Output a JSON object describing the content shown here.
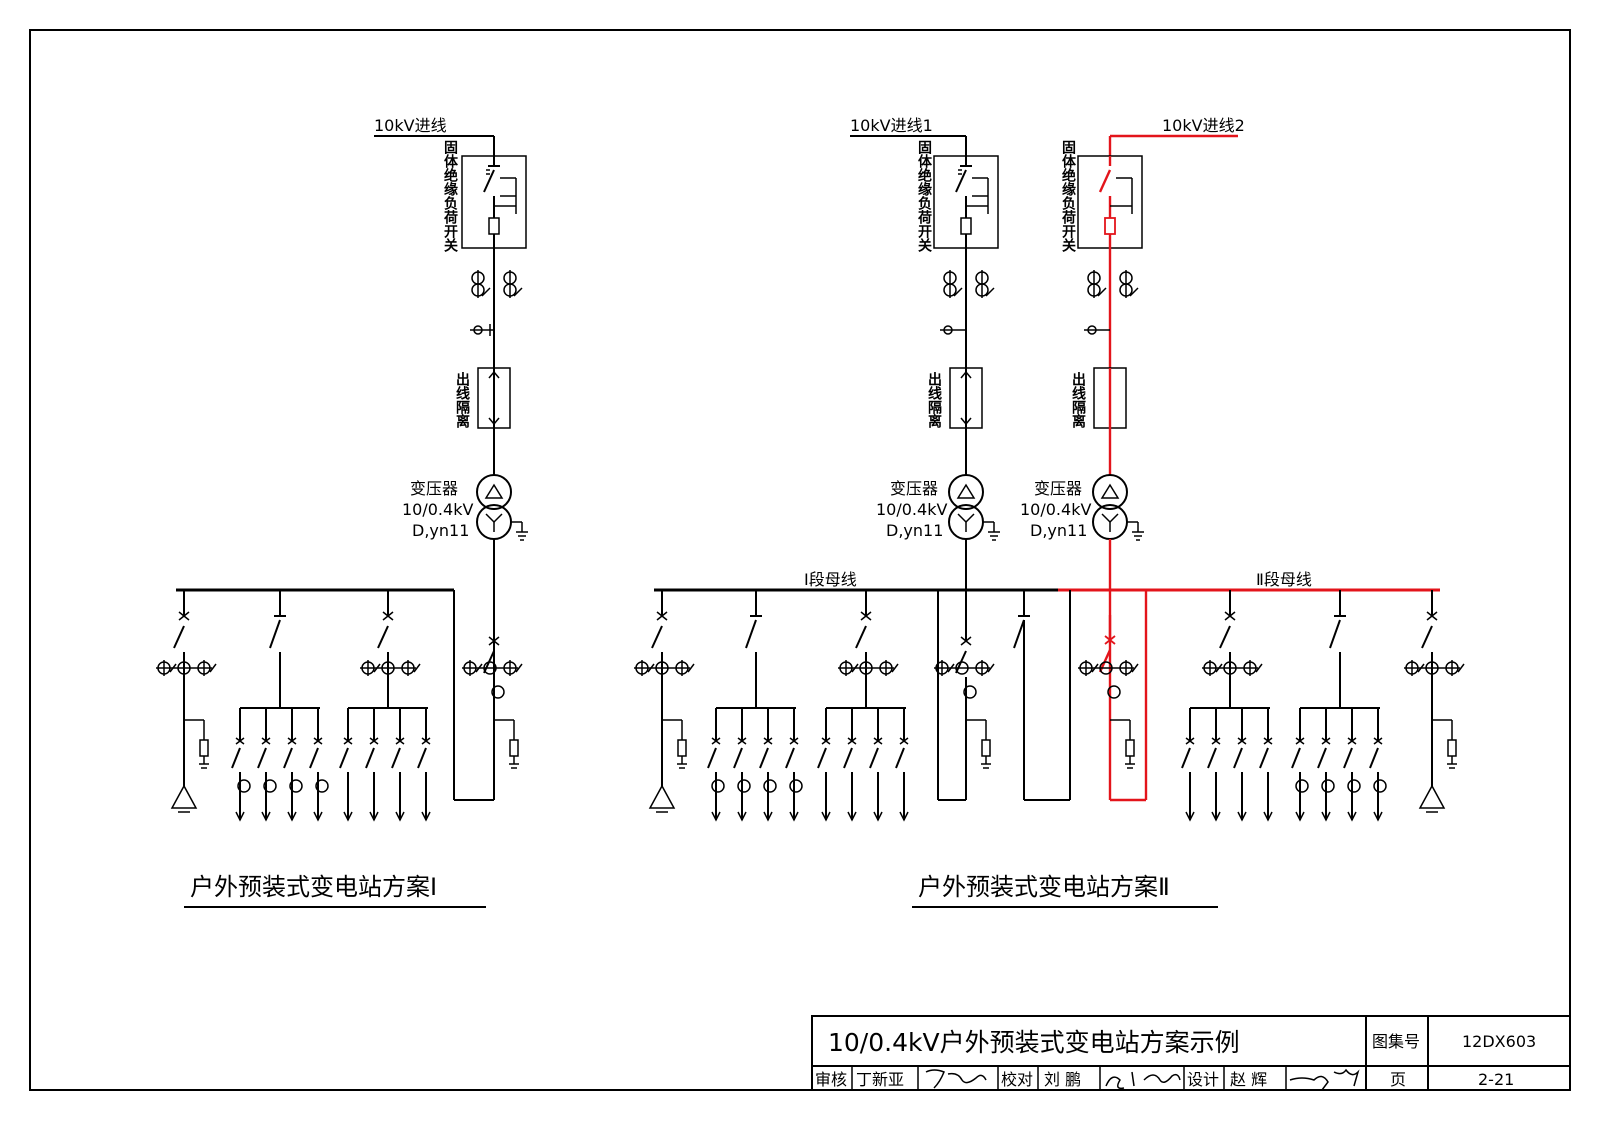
{
  "scheme1": {
    "incoming_label": "10kV进线",
    "switch_label": "固体绝缘负荷开关",
    "isolator_label": "出线隔离",
    "transformer_label": "变压器",
    "transformer_rating": "10/0.4kV",
    "transformer_group": "D,yn11",
    "caption": "户外预装式变电站方案Ⅰ"
  },
  "scheme2": {
    "incoming_label_1": "10kV进线1",
    "incoming_label_2": "10kV进线2",
    "switch_label": "固体绝缘负荷开关",
    "isolator_label": "出线隔离",
    "transformer_label": "变压器",
    "transformer_rating": "10/0.4kV",
    "transformer_group": "D,yn11",
    "bus_label_1": "Ⅰ段母线",
    "bus_label_2": "Ⅱ段母线",
    "caption": "户外预装式变电站方案Ⅱ",
    "highlight_color": "#e3141b"
  },
  "title_block": {
    "title": "10/0.4kV户外预装式变电站方案示例",
    "atlas_label": "图集号",
    "atlas_no": "12DX603",
    "review_label": "审核",
    "reviewer": "丁新亚",
    "check_label": "校对",
    "checker": "刘 鹏",
    "design_label": "设计",
    "designer": "赵 辉",
    "page_label": "页",
    "page_no": "2-21"
  }
}
